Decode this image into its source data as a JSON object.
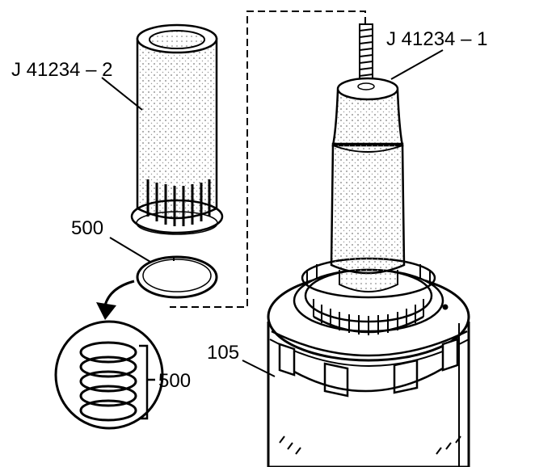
{
  "labels": {
    "tool_j41234_2": "J 41234 – 2",
    "tool_j41234_1": "J 41234 – 1",
    "part_500_top": "500",
    "part_500_detail": "500",
    "part_105": "105"
  },
  "colors": {
    "ink": "#000000",
    "paper": "#ffffff",
    "stipple": "#8a8a8a"
  }
}
